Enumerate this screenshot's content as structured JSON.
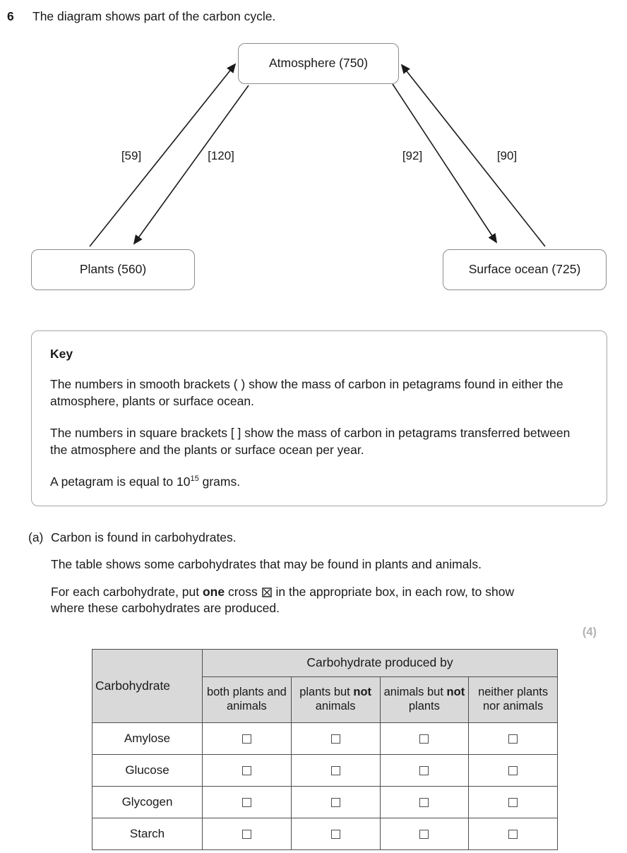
{
  "question": {
    "number": "6",
    "intro": "The diagram shows part of the carbon cycle."
  },
  "diagram": {
    "boxes": {
      "atmosphere": "Atmosphere (750)",
      "plants": "Plants (560)",
      "ocean": "Surface ocean (725)"
    },
    "fluxes": {
      "plants_to_atmosphere": "[59]",
      "atmosphere_to_plants": "[120]",
      "atmosphere_to_ocean": "[92]",
      "ocean_to_atmosphere": "[90]"
    }
  },
  "key": {
    "title": "Key",
    "line1": "The numbers in smooth brackets ( ) show the mass of carbon in petagrams found in either the atmosphere, plants or surface ocean.",
    "line2": "The numbers in square brackets [ ] show the mass of carbon in petagrams transferred between the atmosphere and the plants or surface ocean per year.",
    "line3_pre": "A petagram is equal to 10",
    "line3_sup": "15",
    "line3_post": " grams."
  },
  "part_a": {
    "label": "(a)",
    "text1": "Carbon is found in carbohydrates.",
    "text2": "The table shows some carbohydrates that may be found in plants and animals.",
    "instruction": {
      "pre": "For each carbohydrate, put ",
      "bold": "one",
      "mid": " cross ",
      "cross_icon": "boxed-cross-icon",
      "post": " in the appropriate box, in each row, to show where these carbohydrates are produced."
    },
    "marks": "(4)"
  },
  "table": {
    "col1_header": "Carbohydrate",
    "group_header": "Carbohydrate produced by",
    "columns": [
      {
        "pre": "both plants and animals",
        "bold": "",
        "post": ""
      },
      {
        "pre": "plants but ",
        "bold": "not",
        "post": " animals"
      },
      {
        "pre": "animals but ",
        "bold": "not",
        "post": " plants"
      },
      {
        "pre": "neither plants nor animals",
        "bold": "",
        "post": ""
      }
    ],
    "rows": [
      "Amylose",
      "Glucose",
      "Glycogen",
      "Starch"
    ]
  },
  "colors": {
    "table_header_bg": "#d9d9d9",
    "marks_gray": "#b3b3b3",
    "ink": "#1a1a1a"
  }
}
